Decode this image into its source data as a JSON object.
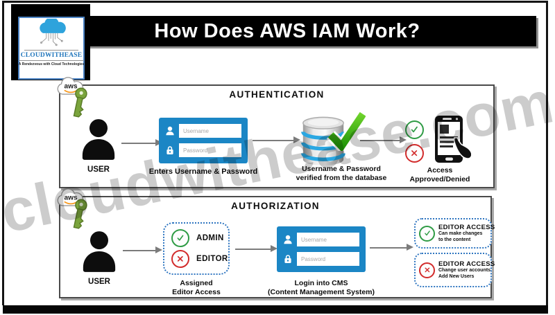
{
  "title": "How Does AWS IAM Work?",
  "logo": {
    "name": "CLOUDWITHEASE",
    "tagline": "A Rendezvous with Cloud Technologies"
  },
  "watermark": "cloudwithease.com",
  "aws": {
    "label": "aws"
  },
  "colors": {
    "form_blue": "#1b86c5",
    "db_stripe_blue": "#2aa7e2",
    "check_green": "#2e9b44",
    "big_check_green": "#3ba513",
    "cross_red": "#d22b2b",
    "dashed_border_blue": "#2e75c0",
    "key_green": "#7aa43c",
    "aws_smile_orange": "#f7981d",
    "logo_blue": "#2076bc",
    "arrow_gray": "#7b7b7b"
  },
  "icons": {
    "check": "✓",
    "cross": "✕"
  },
  "authentication": {
    "heading": "AUTHENTICATION",
    "user_label": "USER",
    "form": {
      "username_placeholder": "Username",
      "password_placeholder": "Password",
      "caption": "Enters Username & Password"
    },
    "database": {
      "caption_line1": "Username & Password",
      "caption_line2": "verified from the database"
    },
    "access": {
      "caption_line1": "Access",
      "caption_line2": "Approved/Denied"
    }
  },
  "authorization": {
    "heading": "AUTHORIZATION",
    "user_label": "USER",
    "roles": {
      "allowed": "ADMIN",
      "denied": "EDITOR",
      "caption_line1": "Assigned",
      "caption_line2": "Editor Access"
    },
    "form": {
      "username_placeholder": "Username",
      "password_placeholder": "Password",
      "caption_line1": "Login into CMS",
      "caption_line2": "(Content Management System)"
    },
    "granted": {
      "title": "EDITOR ACCESS",
      "line1": "Can make changes",
      "line2": "to the content"
    },
    "denied": {
      "title": "EDITOR ACCESS",
      "line1": "Change user accounts",
      "line2": "Add New Users"
    }
  }
}
